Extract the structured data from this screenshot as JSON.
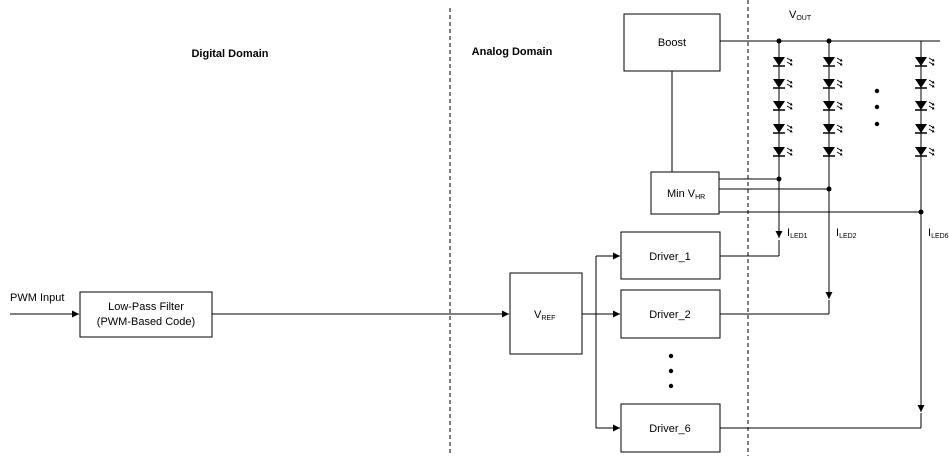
{
  "regions": {
    "digital_label": "Digital Domain",
    "analog_label": "Analog Domain"
  },
  "input": {
    "label": "PWM Input"
  },
  "blocks": {
    "lpf_line1": "Low-Pass Filter",
    "lpf_line2": "(PWM-Based Code)",
    "vref_main": "V",
    "vref_sub": "REF",
    "boost": "Boost",
    "minvhr_main": "Min V",
    "minvhr_sub": "HR",
    "driver_1": "Driver_1",
    "driver_2": "Driver_2",
    "driver_6": "Driver_6"
  },
  "rails": {
    "vout_main": "V",
    "vout_sub": "OUT"
  },
  "currents": {
    "iled1_main": "I",
    "iled1_sub": "LED1",
    "iled2_main": "I",
    "iled2_sub": "LED2",
    "iled6_main": "I",
    "iled6_sub": "LED6"
  },
  "colors": {
    "stroke": "#000000",
    "background": "#ffffff"
  }
}
